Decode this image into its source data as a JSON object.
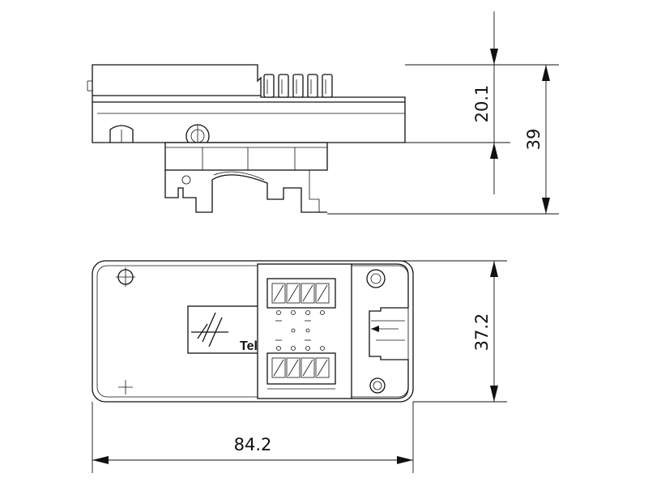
{
  "dimensions": {
    "side_upper_height": "20.1",
    "side_total_height": "39",
    "top_depth": "37.2",
    "top_width": "84.2"
  },
  "logo": {
    "text": "Tele"
  },
  "colors": {
    "line": "#111111",
    "background": "#ffffff"
  }
}
